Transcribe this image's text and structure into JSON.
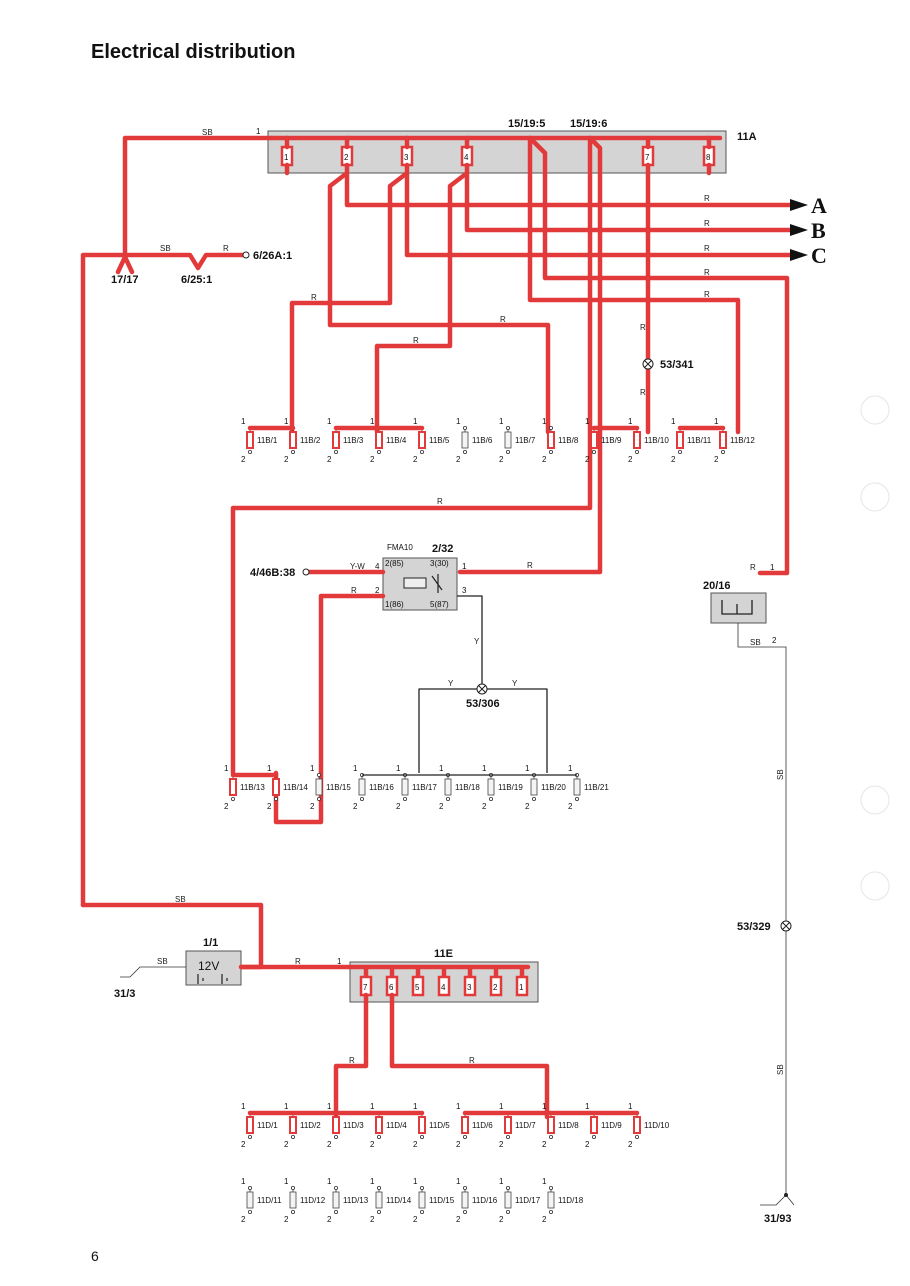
{
  "title": "Electrical distribution",
  "page_number": "6",
  "connectors": {
    "c11A": "11A",
    "c11E": "11E",
    "c1519_5": "15/19:5",
    "c1519_6": "15/19:6",
    "c1717": "17/17",
    "c625": "6/25:1",
    "c626A": "6/26A:1",
    "c53341": "53/341",
    "c232": "2/32",
    "fma10": "FMA10",
    "c446B": "4/46B:38",
    "c53306": "53/306",
    "c2016": "20/16",
    "c11": "1/1",
    "battery": "12V",
    "c313": "31/3",
    "c53329": "53/329",
    "c3193": "31/93"
  },
  "relay_pins": {
    "p85": "2(85)",
    "p30": "3(30)",
    "p86": "1(86)",
    "p87": "5(87)"
  },
  "arrows": [
    "A",
    "B",
    "C"
  ],
  "fuses_11A": [
    "1",
    "2",
    "3",
    "4",
    "7",
    "8"
  ],
  "fuses_11E": [
    "7",
    "6",
    "5",
    "4",
    "3",
    "2",
    "1"
  ],
  "sockets_row1": [
    "11B/1",
    "11B/2",
    "11B/3",
    "11B/4",
    "11B/5",
    "11B/6",
    "11B/7",
    "11B/8",
    "11B/9",
    "11B/10",
    "11B/11",
    "11B/12"
  ],
  "sockets_row2": [
    "11B/13",
    "11B/14",
    "11B/15",
    "11B/16",
    "11B/17",
    "11B/18",
    "11B/19",
    "11B/20",
    "11B/21"
  ],
  "sockets_row3": [
    "11D/1",
    "11D/2",
    "11D/3",
    "11D/4",
    "11D/5",
    "11D/6",
    "11D/7",
    "11D/8",
    "11D/9",
    "11D/10"
  ],
  "sockets_row4": [
    "11D/11",
    "11D/12",
    "11D/13",
    "11D/14",
    "11D/15",
    "11D/16",
    "11D/17",
    "11D/18"
  ],
  "wire_colors": {
    "sb": "SB",
    "r": "R",
    "y": "Y",
    "yw": "Y-W"
  },
  "pin_numbers": {
    "one": "1",
    "two": "2",
    "three": "3",
    "four": "4"
  },
  "colors": {
    "power_wire": "#e23a3a",
    "ground_wire": "#222222",
    "box_fill": "#d4d4d4"
  }
}
